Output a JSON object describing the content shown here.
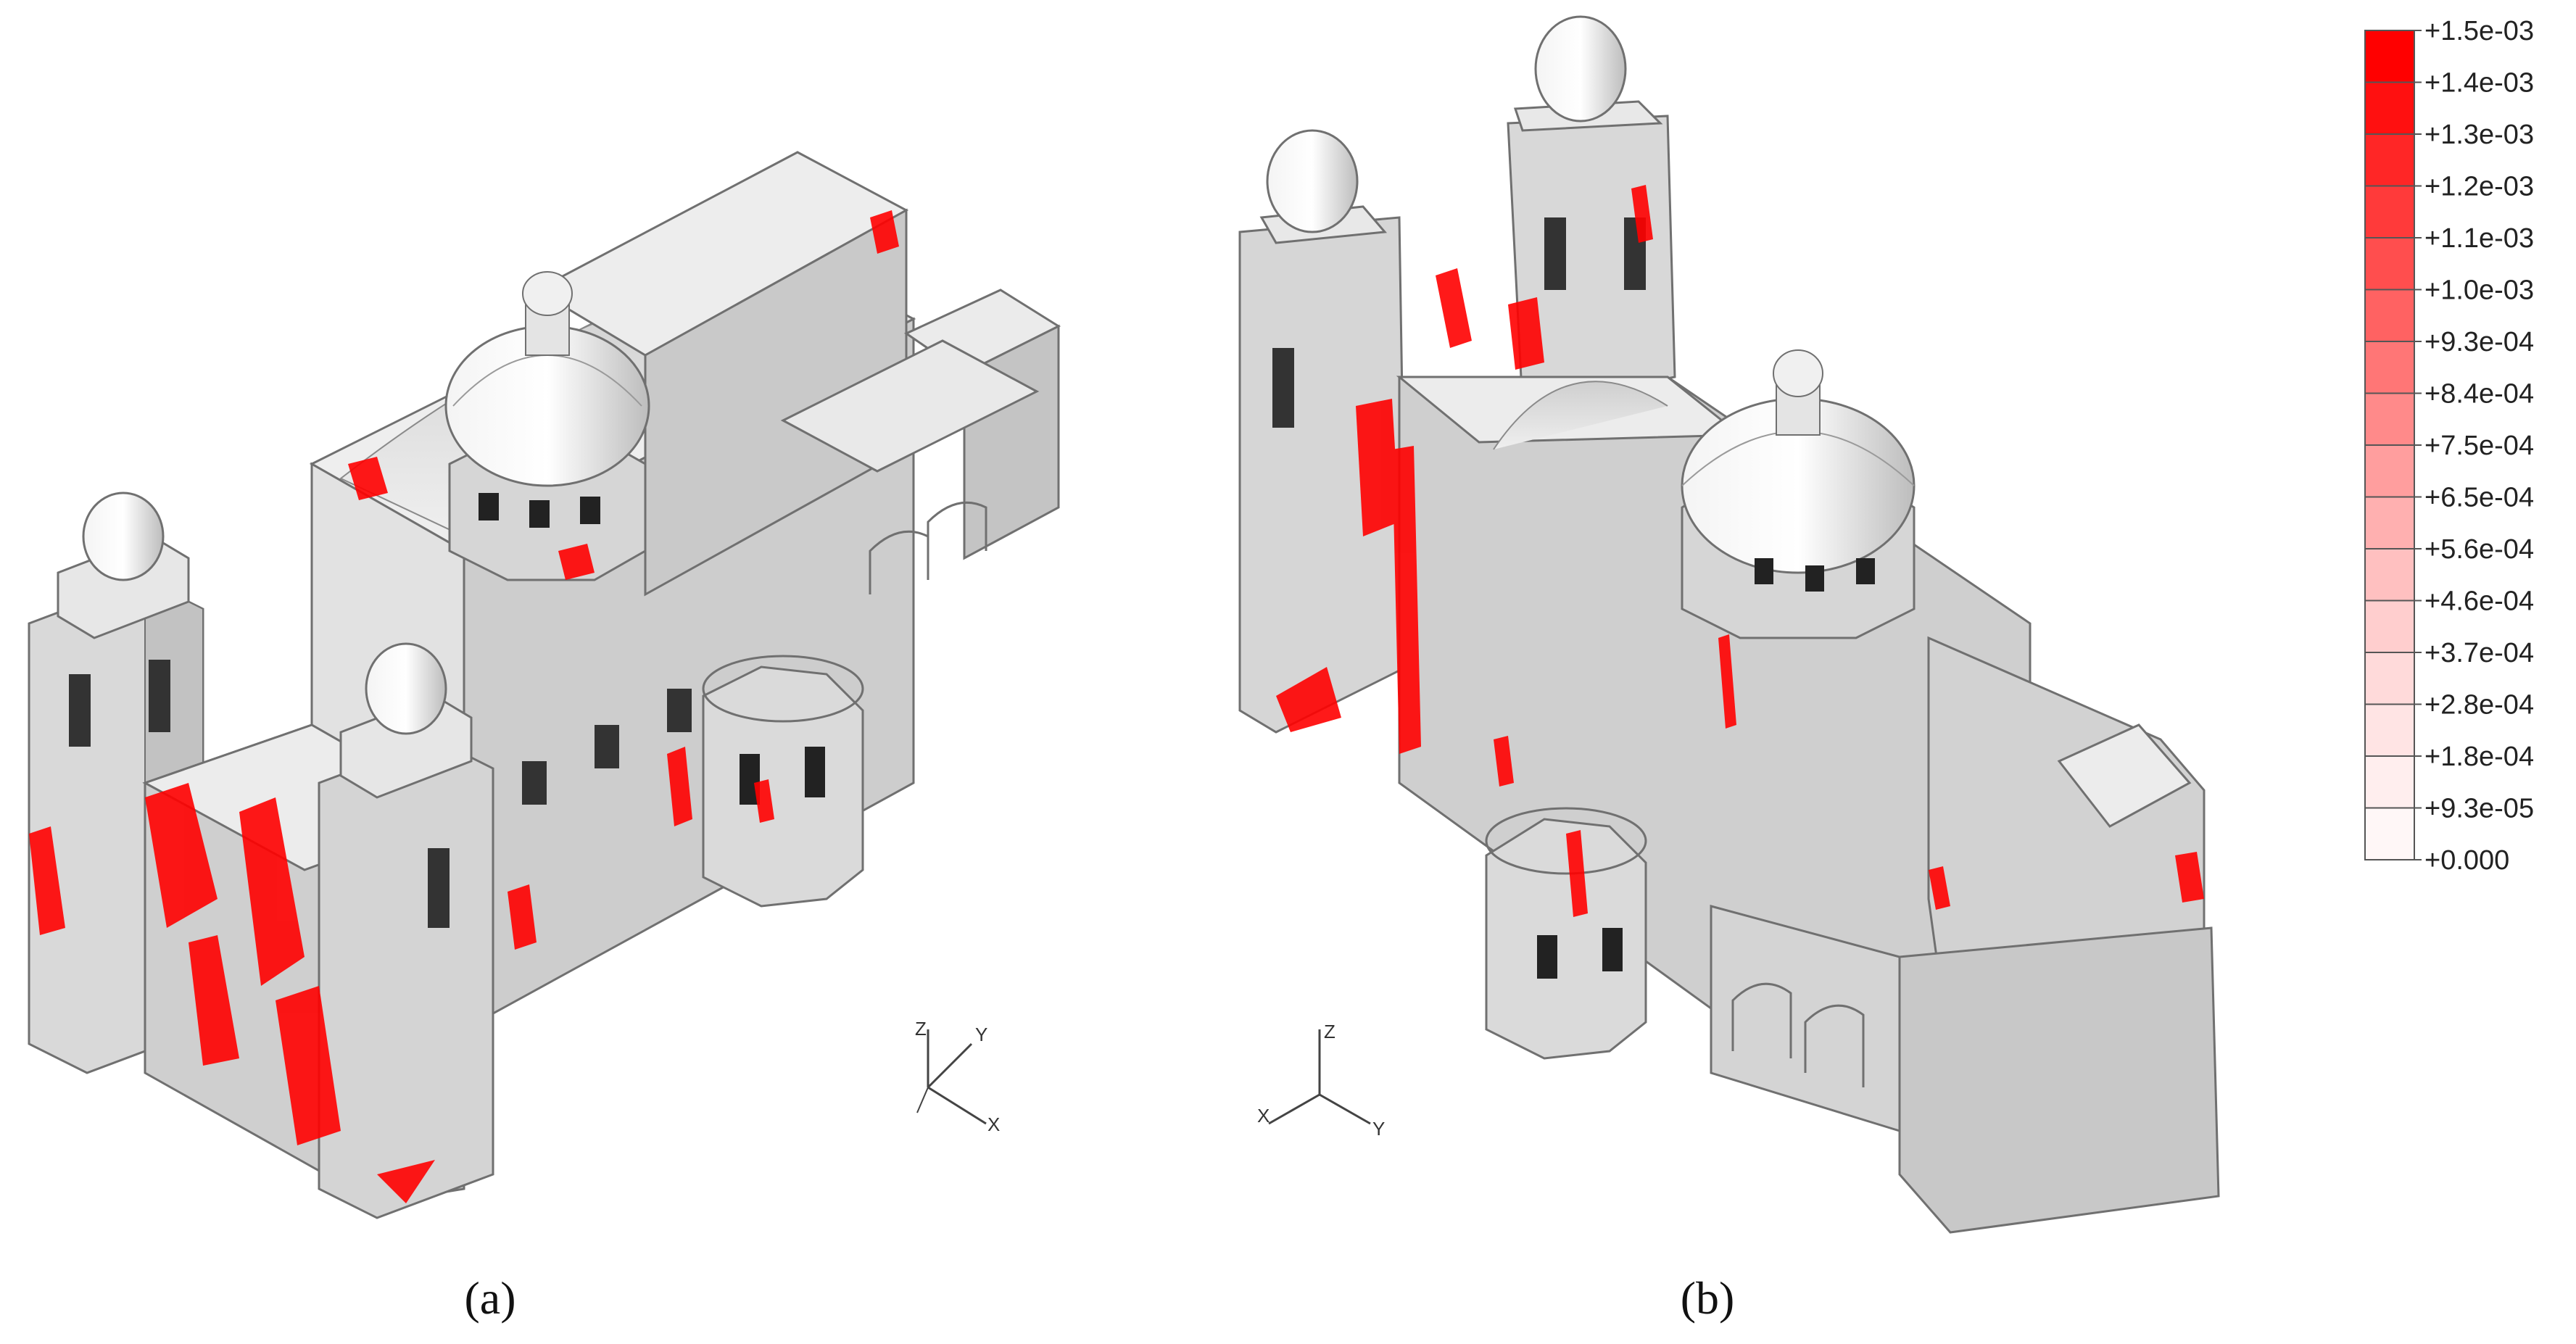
{
  "panels": [
    {
      "caption": "(a)",
      "triad": {
        "labels": [
          "Z",
          "Y",
          "X"
        ]
      }
    },
    {
      "caption": "(b)",
      "triad": {
        "labels": [
          "Z",
          "X",
          "Y"
        ]
      }
    }
  ],
  "legend": {
    "labels": [
      "+1.5e-03",
      "+1.4e-03",
      "+1.3e-03",
      "+1.2e-03",
      "+1.1e-03",
      "+1.0e-03",
      "+9.3e-04",
      "+8.4e-04",
      "+7.5e-04",
      "+6.5e-04",
      "+5.6e-04",
      "+4.6e-04",
      "+3.7e-04",
      "+2.8e-04",
      "+1.8e-04",
      "+9.3e-05",
      "+0.000"
    ],
    "colors": [
      "#ff0000",
      "#ff1010",
      "#ff2626",
      "#ff3a3a",
      "#ff4e4e",
      "#ff6262",
      "#ff7676",
      "#ff8a8a",
      "#ff9e9e",
      "#ffb0b0",
      "#ffc0c0",
      "#ffcece",
      "#ffdada",
      "#ffe4e4",
      "#ffeeee",
      "#fff7f7"
    ]
  },
  "colors": {
    "damage": "#ff0000",
    "structure": "#d2d2d2",
    "edge": "#707070"
  }
}
